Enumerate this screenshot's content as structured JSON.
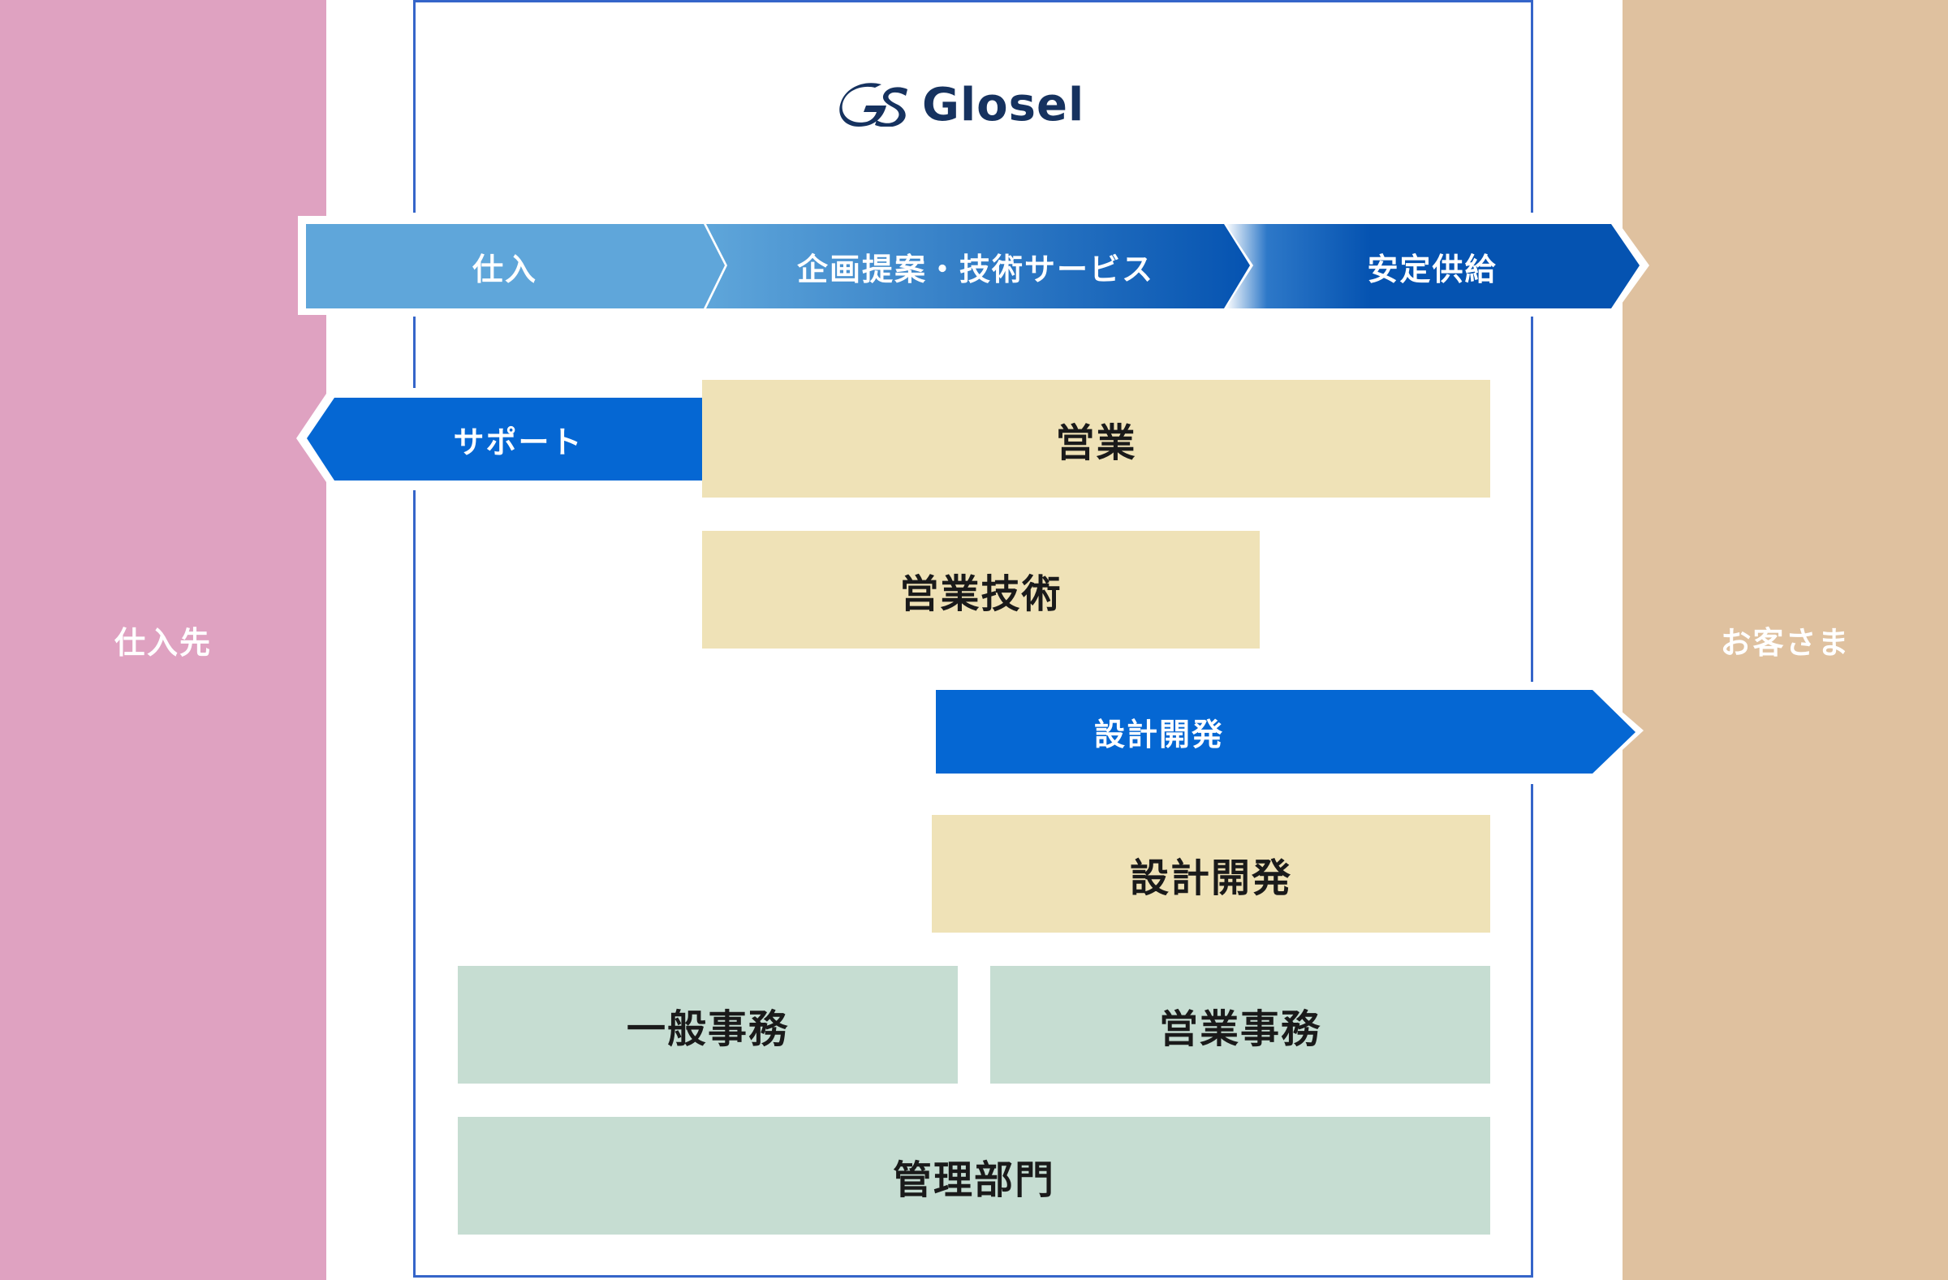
{
  "sides": {
    "supplier": "仕入先",
    "customer": "お客さま"
  },
  "logo": {
    "mark_icon": "glosel-logo-mark",
    "text": "Glosel",
    "color": "#16325f"
  },
  "flow": {
    "stages": [
      "仕入",
      "企画提案・技術サービス",
      "安定供給"
    ]
  },
  "support_arrow": "サポート",
  "design_arrow": "設計開発",
  "departments": {
    "sales": "営業",
    "sales_engineering": "営業技術",
    "design_dev": "設計開発",
    "general_affairs": "一般事務",
    "sales_admin": "営業事務",
    "management": "管理部門"
  },
  "colors": {
    "supplier": "#dfa2c1",
    "customer": "#dfc19f",
    "frame": "#3565c9",
    "arrow_light": "#5fa6da",
    "arrow_dark": "#0553b1",
    "arrow_solid": "#0567d3",
    "beige_box": "#efe2b7",
    "green_box": "#c6ddd2"
  }
}
